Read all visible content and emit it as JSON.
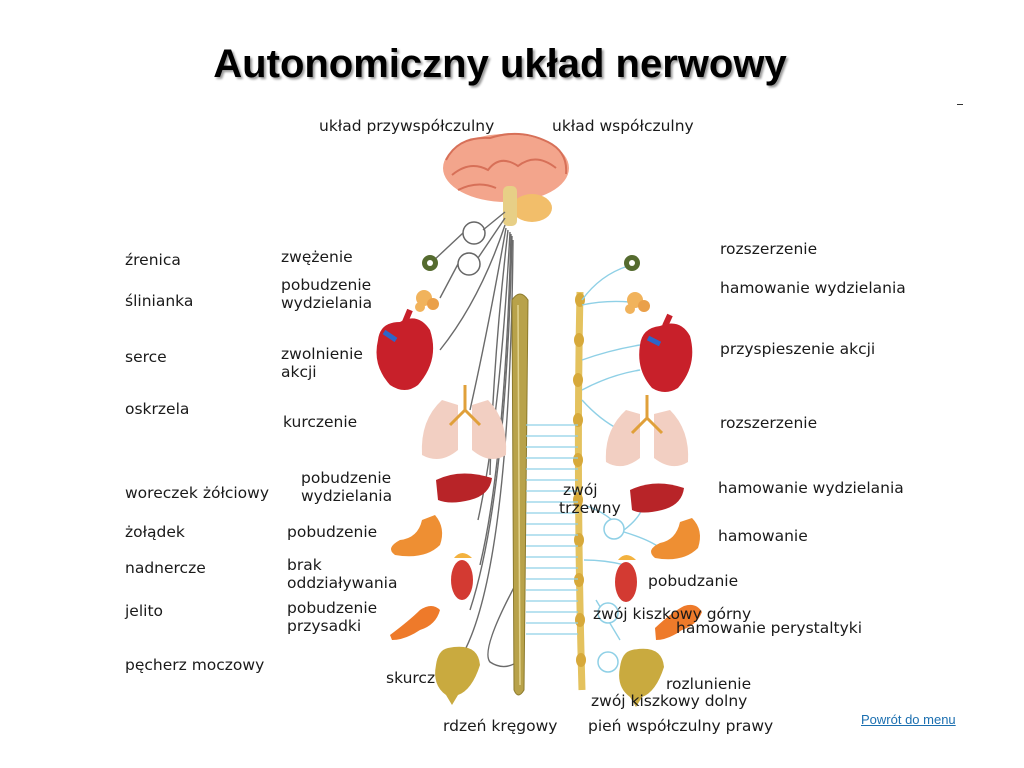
{
  "title": "Autonomiczny układ nerwowy",
  "back_link": "Powrót do menu",
  "colors": {
    "parasympathetic_nerve": "#6a6a6a",
    "sympathetic_nerve": "#8fd0e6",
    "spinal_cord": "#b8a24a",
    "sympathetic_trunk": "#e4c25e",
    "organ_red": "#c8202a",
    "organ_orange": "#ee8f33",
    "lung_pink": "#f2cfc2"
  },
  "diagram": {
    "header_left": "układ przywspółczulny",
    "header_right": "układ współczulny",
    "organs": [
      "źrenica",
      "ślinianka",
      "serce",
      "oskrzela",
      "woreczek żółciowy",
      "żołądek",
      "nadnercze",
      "jelito",
      "pęcherz moczowy"
    ],
    "parasympathetic_effects": [
      "zwężenie",
      "pobudzenie",
      "wydzielania",
      "zwolnienie",
      "akcji",
      "kurczenie",
      "pobudzenie",
      "wydzielania",
      "pobudzenie",
      "brak",
      "oddziaływania",
      "pobudzenie",
      "przysadki",
      "skurcz"
    ],
    "sympathetic_effects": [
      "rozszerzenie",
      "hamowanie  wydzielania",
      "przyspieszenie  akcji",
      "rozszerzenie",
      "hamowanie  wydzielania",
      "hamowanie",
      "pobudzanie",
      "hamowanie  perystaltyki",
      "rozlunienie"
    ],
    "ganglia": [
      "zwój",
      "trzewny",
      "zwój  kiszkowy  górny",
      "zwój  kiszkowy  dolny"
    ],
    "bottom_labels": [
      "rdzeń  kręgowy",
      "pień  współczulny  prawy"
    ]
  }
}
